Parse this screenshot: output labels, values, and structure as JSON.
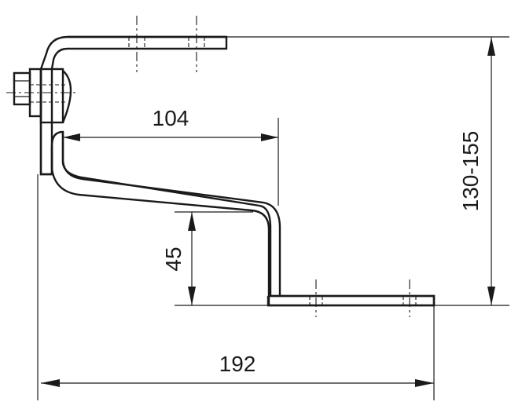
{
  "dimensions": {
    "offset_horizontal": "104",
    "overall_width": "192",
    "height_range": "130-155",
    "step_height": "45"
  }
}
